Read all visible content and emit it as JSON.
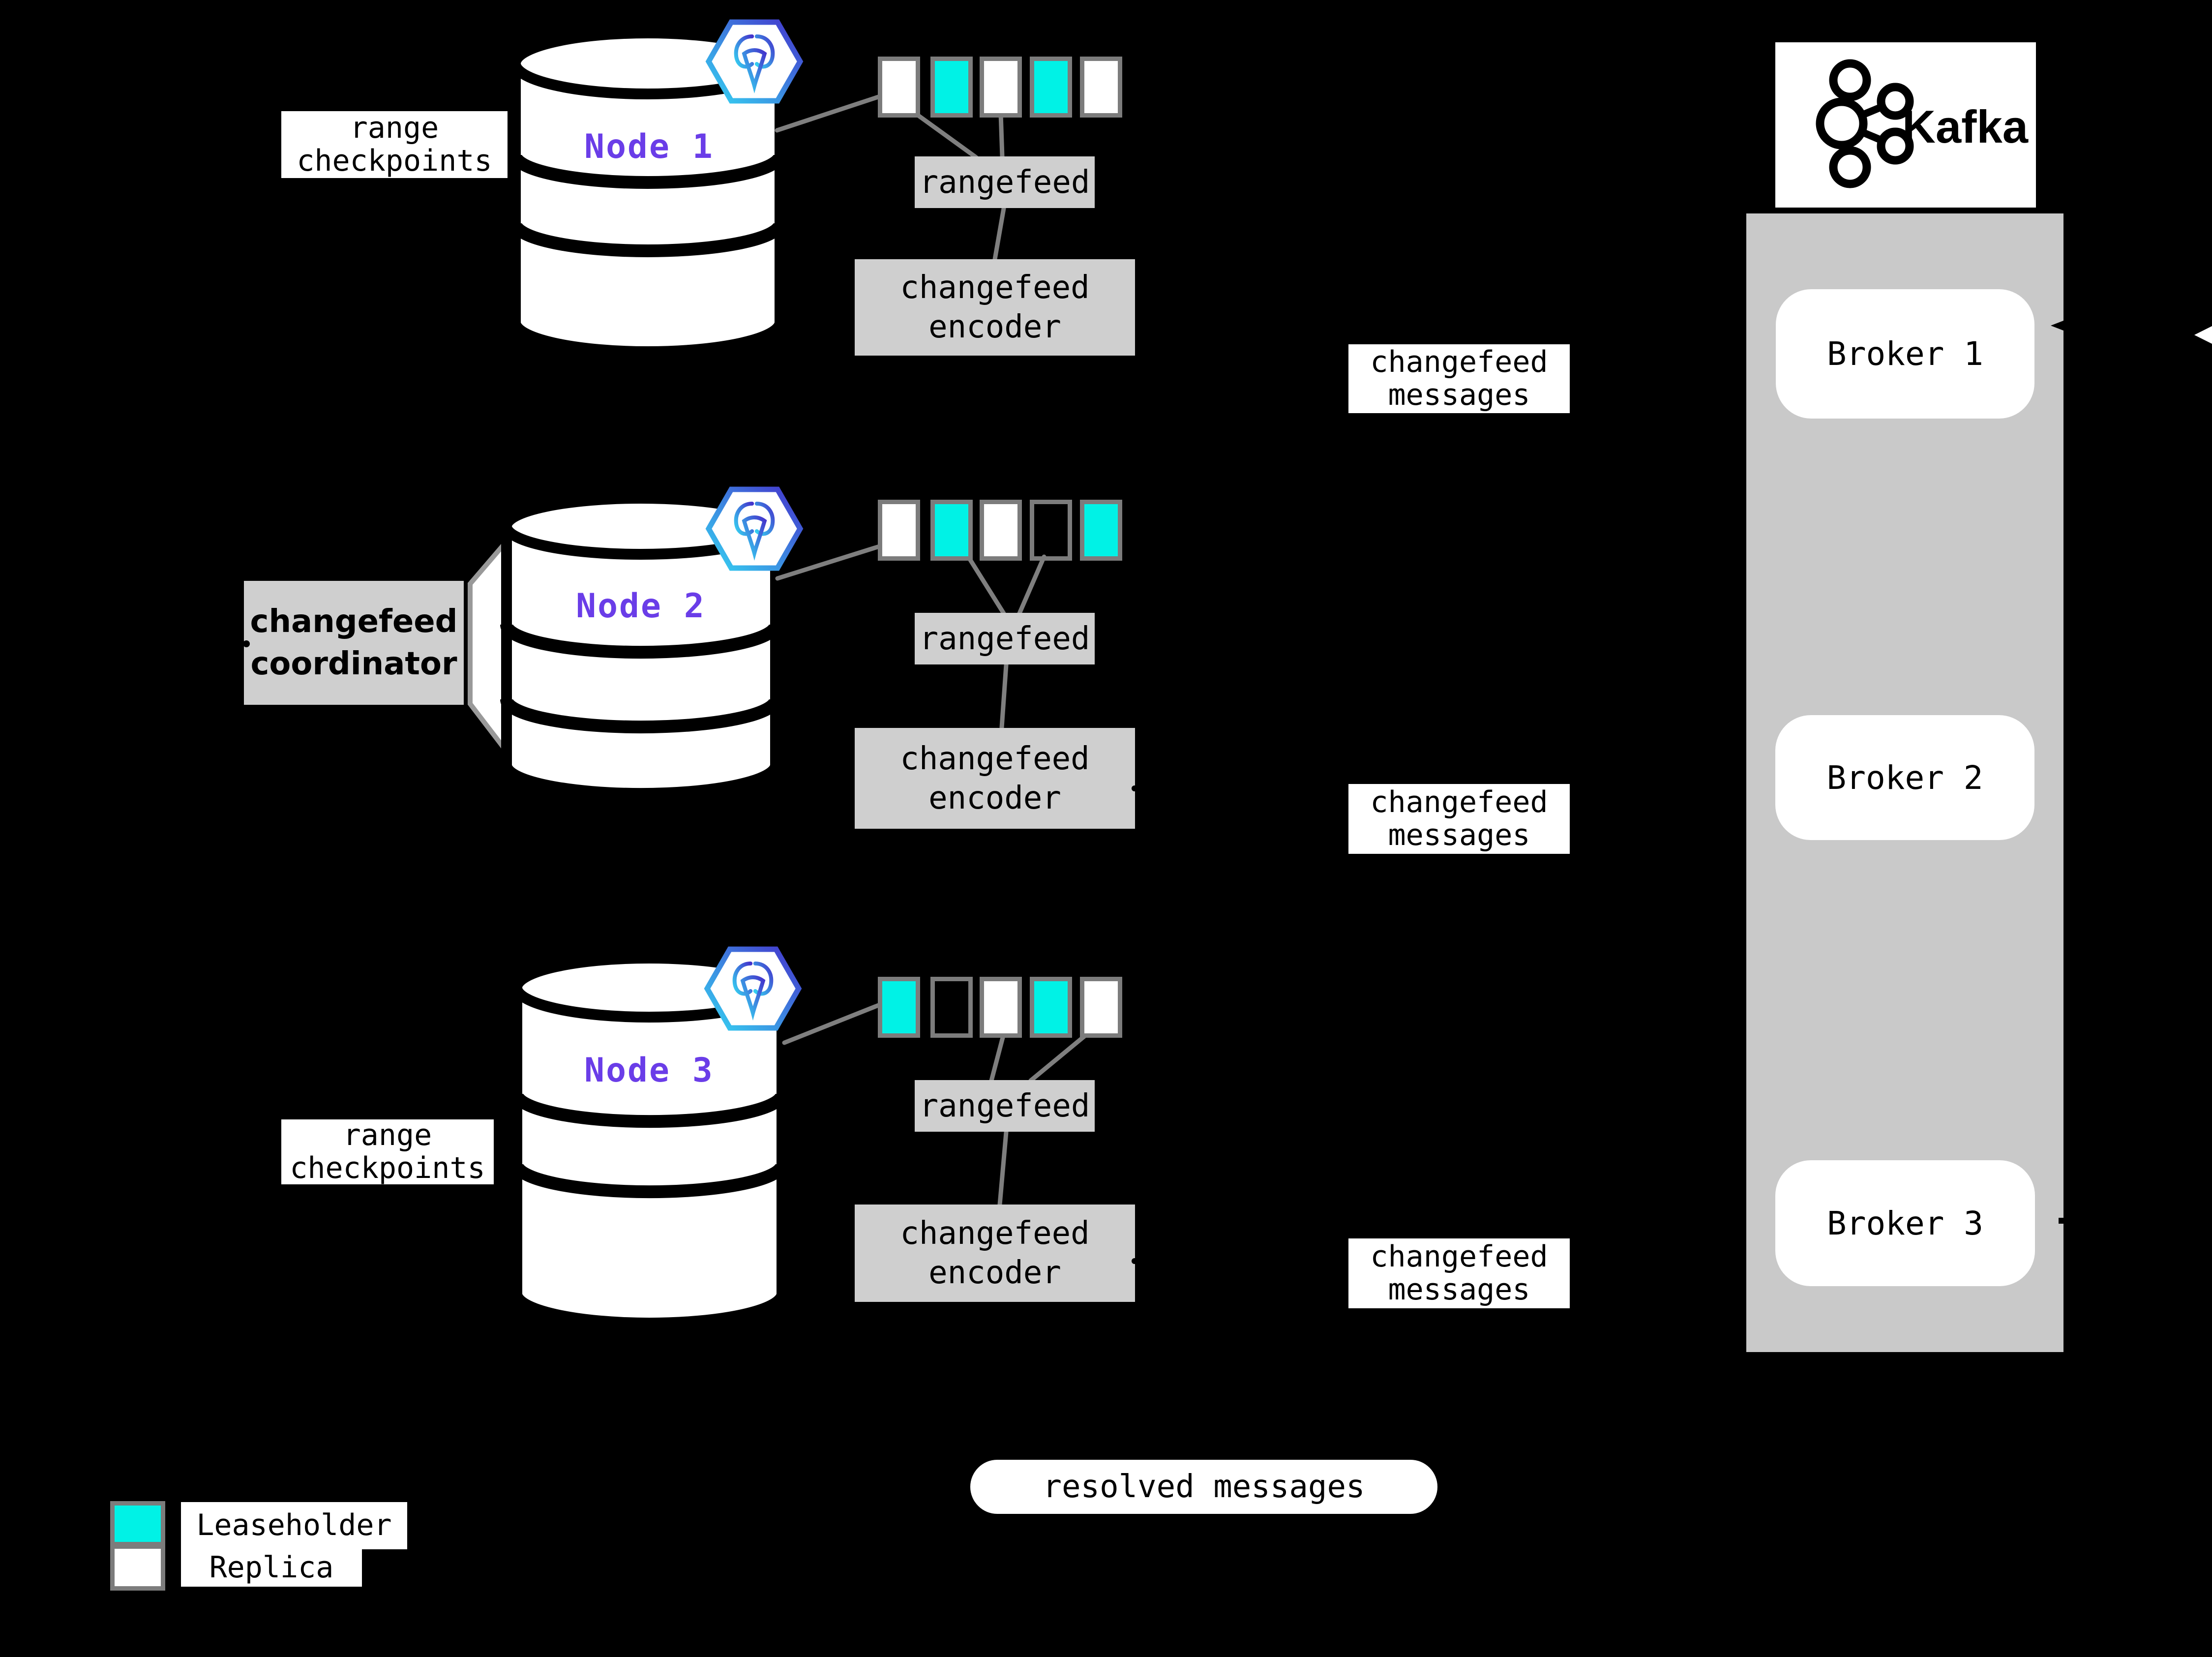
{
  "colors": {
    "bg": "#000000",
    "cyan": "#00F2E6",
    "purple": "#6A3DE8",
    "boxgrey": "#CFCFCF",
    "containergrey": "#C9C9C9",
    "linegrey": "#7F7F7F",
    "bordergrey": "#7C7C7C",
    "hexgrad_start": "#35D3F2",
    "hexgrad_end": "#4433CC"
  },
  "labels": {
    "rangefeed": "rangefeed",
    "changefeed_encoder": [
      "changefeed",
      "encoder"
    ],
    "changefeed_messages": [
      "changefeed",
      "messages"
    ],
    "range_checkpoints": [
      "range",
      "checkpoints"
    ],
    "changefeed_coordinator": [
      "changefeed",
      "coordinator"
    ],
    "resolved_messages": "resolved messages"
  },
  "nodes": [
    {
      "label": "Node 1",
      "ranges": [
        "replica",
        "leaseholder",
        "replica",
        "leaseholder",
        "replica"
      ]
    },
    {
      "label": "Node 2",
      "ranges": [
        "replica",
        "leaseholder",
        "replica",
        "empty",
        "leaseholder"
      ],
      "has_coordinator": true
    },
    {
      "label": "Node 3",
      "ranges": [
        "leaseholder",
        "empty",
        "replica",
        "leaseholder",
        "replica"
      ]
    }
  ],
  "kafka": {
    "logo_text": "Kafka",
    "brokers": [
      {
        "label": "Broker 1"
      },
      {
        "label": "Broker 2"
      },
      {
        "label": "Broker 3"
      }
    ]
  },
  "legend": {
    "items": [
      {
        "label": "Leaseholder",
        "role": "leaseholder"
      },
      {
        "label": "Replica",
        "role": "replica"
      }
    ]
  },
  "icons": {
    "cockroach": "cockroachdb-icon",
    "kafka": "kafka-icon"
  }
}
